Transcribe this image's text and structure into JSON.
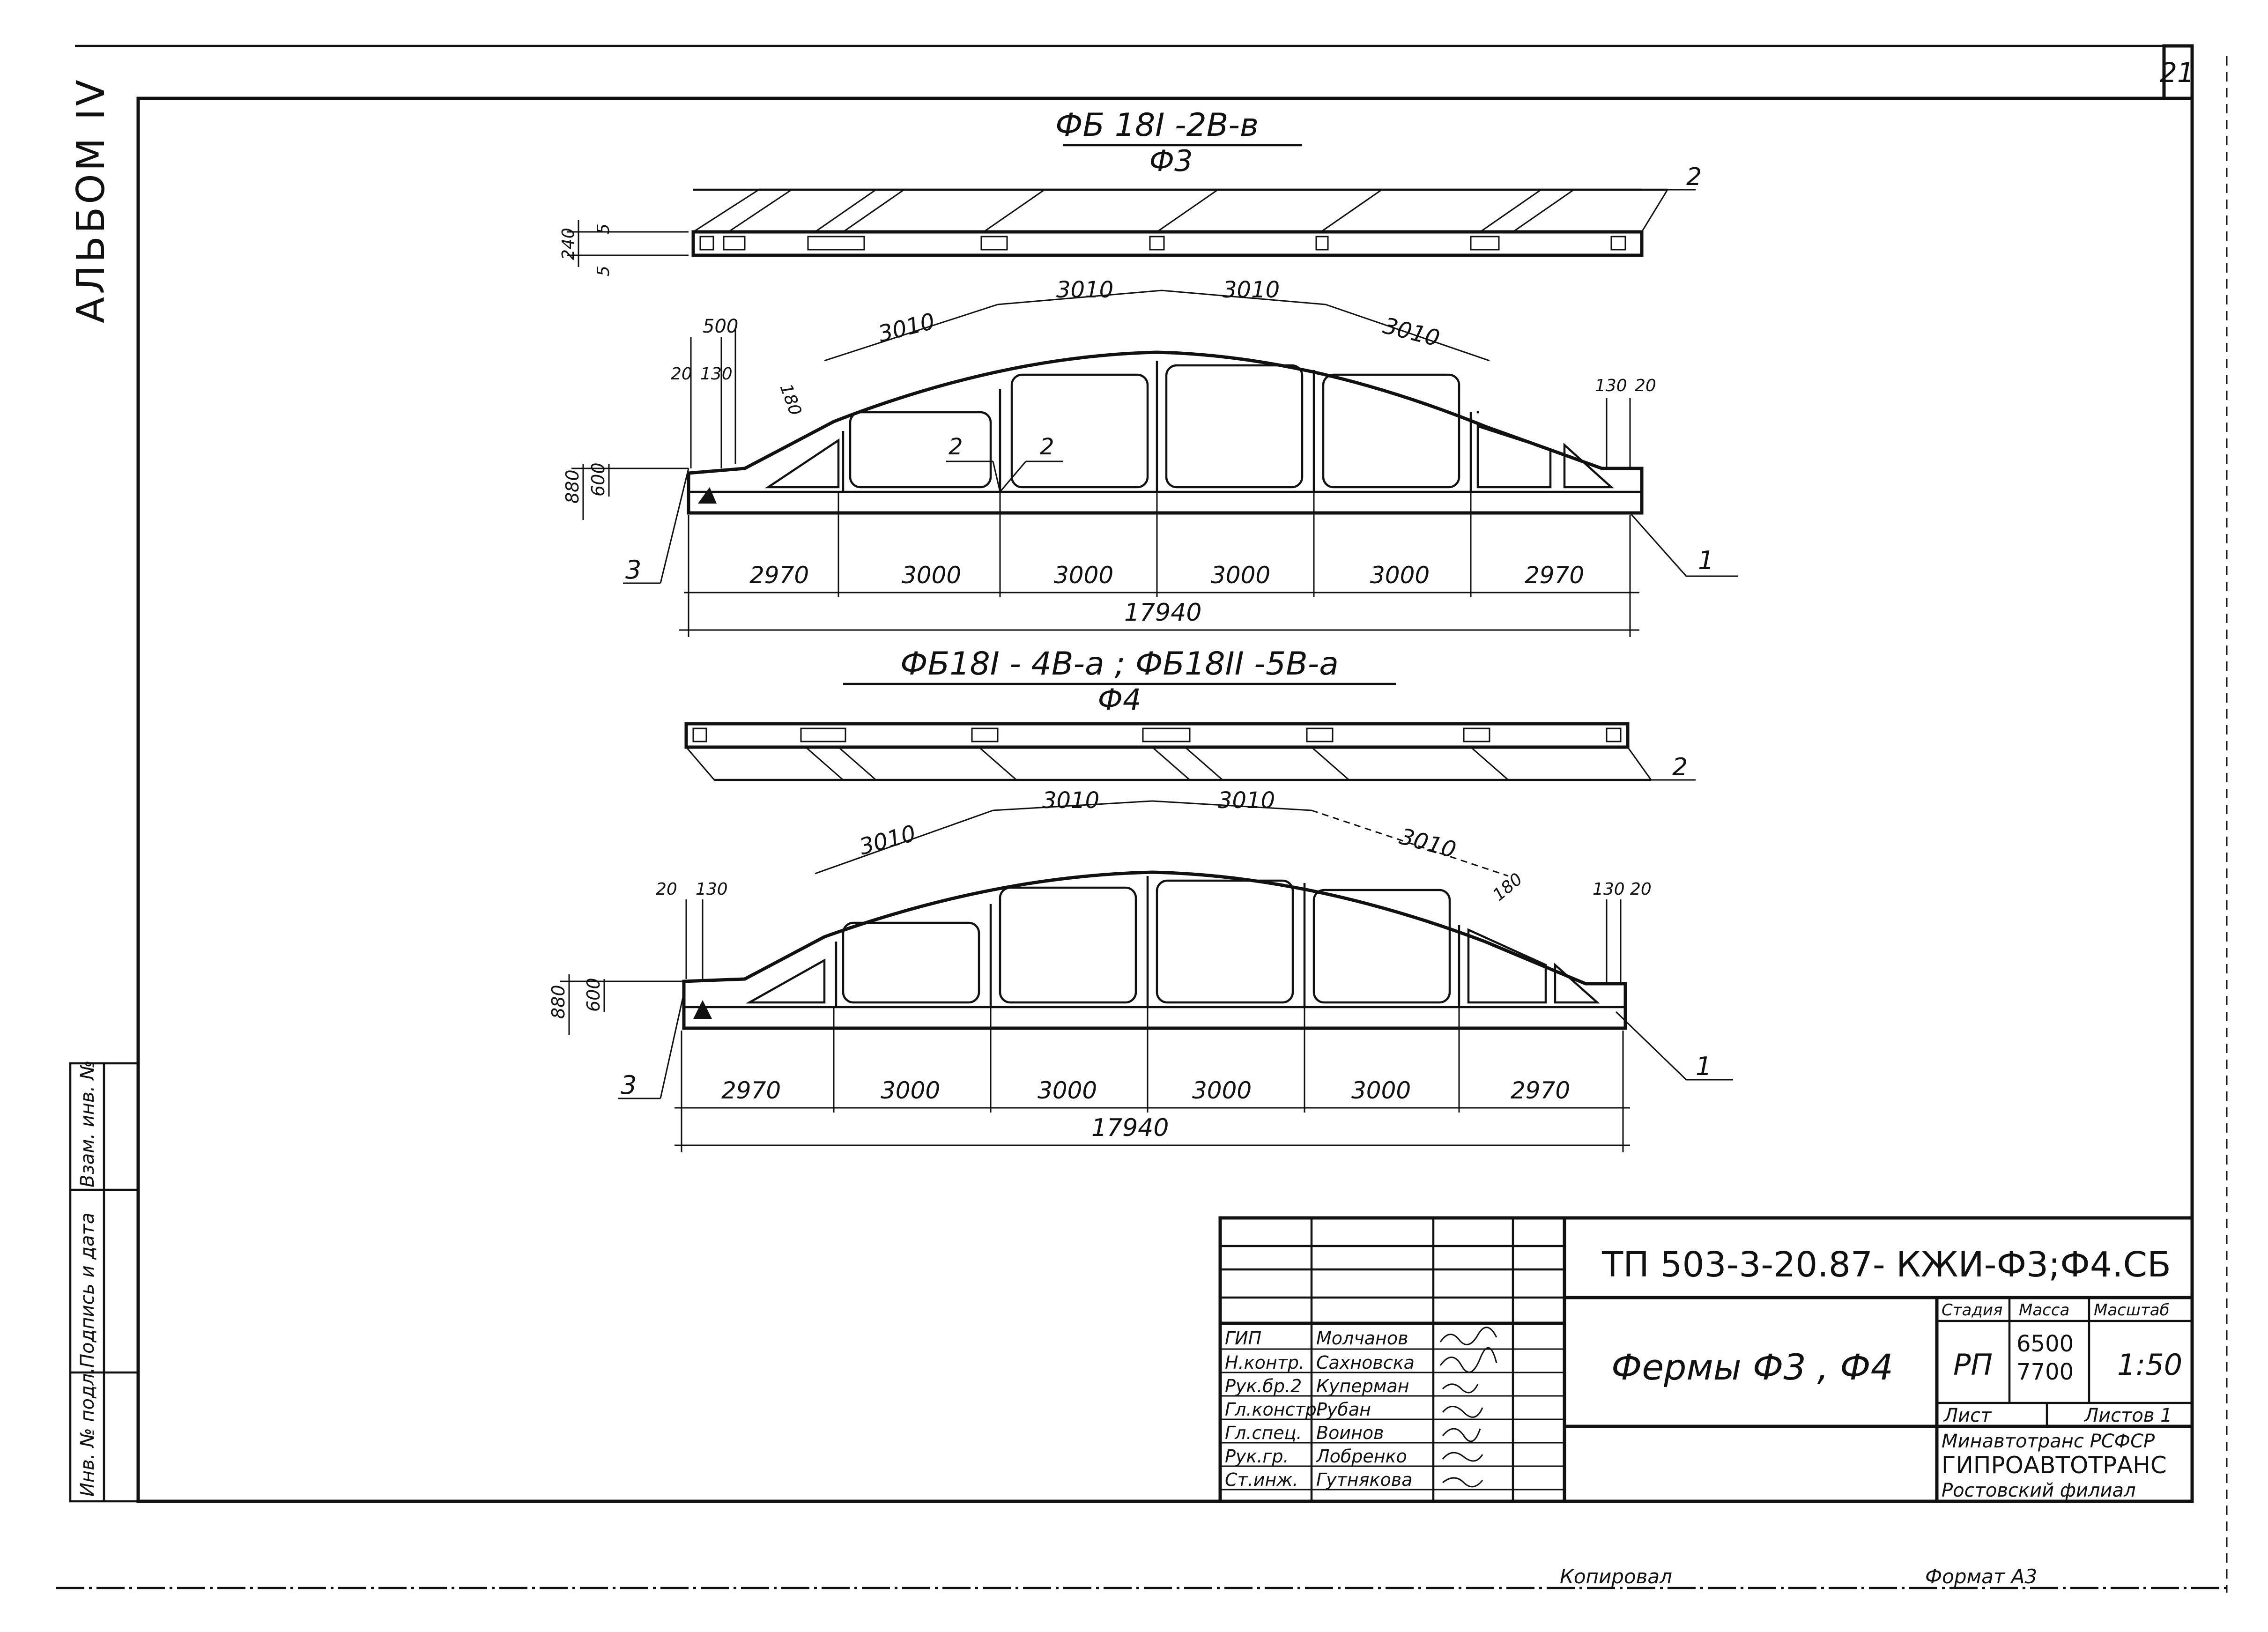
{
  "page_number": "21",
  "album_label": "АЛЬБОМ IV",
  "left_stamp": {
    "inv_podl": "Инв. № подл.",
    "podpis_data": "Подпись и дата",
    "vzam_inv": "Взам. инв. №"
  },
  "truss_f3": {
    "title": "ФБ 18I -2В-в",
    "subtitle": "Ф3",
    "plan": {
      "callout": "2",
      "h_total": "240",
      "h_top": "5",
      "h_bot": "5"
    },
    "top_dims": [
      "3010",
      "3010",
      "3010",
      "3010"
    ],
    "bottom_dims": [
      "2970",
      "3000",
      "3000",
      "3000",
      "3000",
      "2970"
    ],
    "total": "17940",
    "height_dims": {
      "h_total": "880",
      "h_inner": "600"
    },
    "end_dims_left": [
      "500",
      "20",
      "130"
    ],
    "end_dims_right": [
      "130",
      "20"
    ],
    "slope_dim": "180",
    "section_marks": [
      "2",
      "2"
    ],
    "callouts": [
      "3",
      "1"
    ]
  },
  "truss_f4": {
    "title": "ФБ18I - 4В-а   ;   ФБ18II -5В-а",
    "subtitle": "Ф4",
    "plan": {
      "callout": "2"
    },
    "top_dims": [
      "3010",
      "3010",
      "3010",
      "3010"
    ],
    "bottom_dims": [
      "2970",
      "3000",
      "3000",
      "3000",
      "3000",
      "2970"
    ],
    "total": "17940",
    "height_dims": {
      "h_total": "880",
      "h_inner": "600"
    },
    "end_dims_left": [
      "20",
      "130"
    ],
    "end_dims_right": [
      "130",
      "20"
    ],
    "slope_dim": "180",
    "callouts": [
      "3",
      "1"
    ]
  },
  "title_block": {
    "code": "ТП 503-3-20.87- КЖИ-Ф3;Ф4.СБ",
    "drawing_title": "Фермы  Ф3 , Ф4",
    "stage_label": "Стадия",
    "mass_label": "Масса",
    "scale_label": "Масштаб",
    "stage": "РП",
    "mass": [
      "6500",
      "7700"
    ],
    "scale": "1:50",
    "sheet_label": "Лист",
    "sheets_label": "Листов 1",
    "org_lines": [
      "Минавтотранс РСФСР",
      "ГИПРОАВТОТРАНС",
      "Ростовский филиал"
    ],
    "staff": [
      {
        "role": "ГИП",
        "name": "Молчанов"
      },
      {
        "role": "Н.контр.",
        "name": "Сахновска"
      },
      {
        "role": "Рук.бр.2",
        "name": "Куперман"
      },
      {
        "role": "Гл.констр.",
        "name": "Рубан"
      },
      {
        "role": "Гл.спец.",
        "name": "Воинов"
      },
      {
        "role": "Рук.гр.",
        "name": "Лобренко"
      },
      {
        "role": "Ст.инж.",
        "name": "Гутнякова"
      }
    ]
  },
  "footer": {
    "copied": "Копировал",
    "format": "Формат А3"
  }
}
